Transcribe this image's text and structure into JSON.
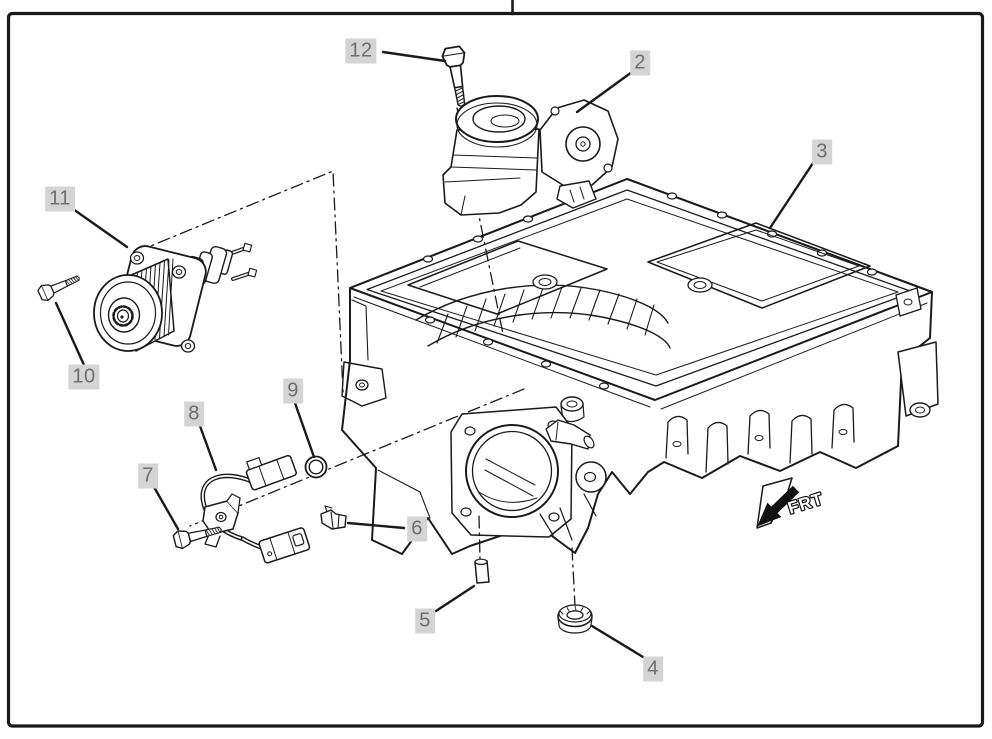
{
  "figure": {
    "type": "exploded-parts-diagram",
    "subject": "supercharger-intake-manifold-assembly",
    "orientation_label": "FRT"
  },
  "colors": {
    "line": "#1a1a1a",
    "background": "#ffffff",
    "callout_text": "#6e6e6e",
    "callout_bg": "#d4d4d4",
    "arrow_fill": "#111111"
  },
  "callouts": [
    {
      "label": "2"
    },
    {
      "label": "3"
    },
    {
      "label": "4"
    },
    {
      "label": "5"
    },
    {
      "label": "6"
    },
    {
      "label": "7"
    },
    {
      "label": "8"
    },
    {
      "label": "9"
    },
    {
      "label": "10"
    },
    {
      "label": "11"
    },
    {
      "label": "12"
    }
  ]
}
